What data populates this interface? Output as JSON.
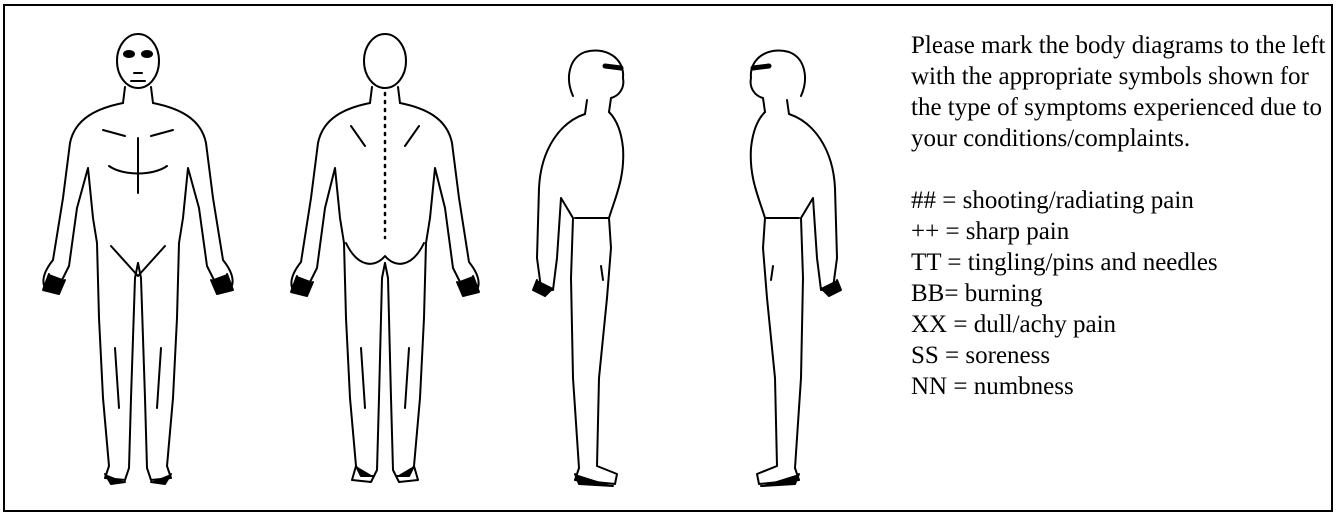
{
  "instructions": {
    "text": "Please mark the body diagrams to the left with the appropriate symbols shown for the type of symptoms experienced due to your conditions/complaints."
  },
  "legend": [
    "## = shooting/radiating pain",
    "++ = sharp pain",
    "TT = tingling/pins and needles",
    "BB= burning",
    "XX = dull/achy pain",
    "SS = soreness",
    "NN = numbness"
  ],
  "figures": [
    {
      "view": "front",
      "icon": "body-front-icon"
    },
    {
      "view": "back",
      "icon": "body-back-icon"
    },
    {
      "view": "right-side",
      "icon": "body-side-right-icon"
    },
    {
      "view": "left-side",
      "icon": "body-side-left-icon"
    }
  ],
  "colors": {
    "ink": "#000000",
    "paper": "#ffffff"
  }
}
